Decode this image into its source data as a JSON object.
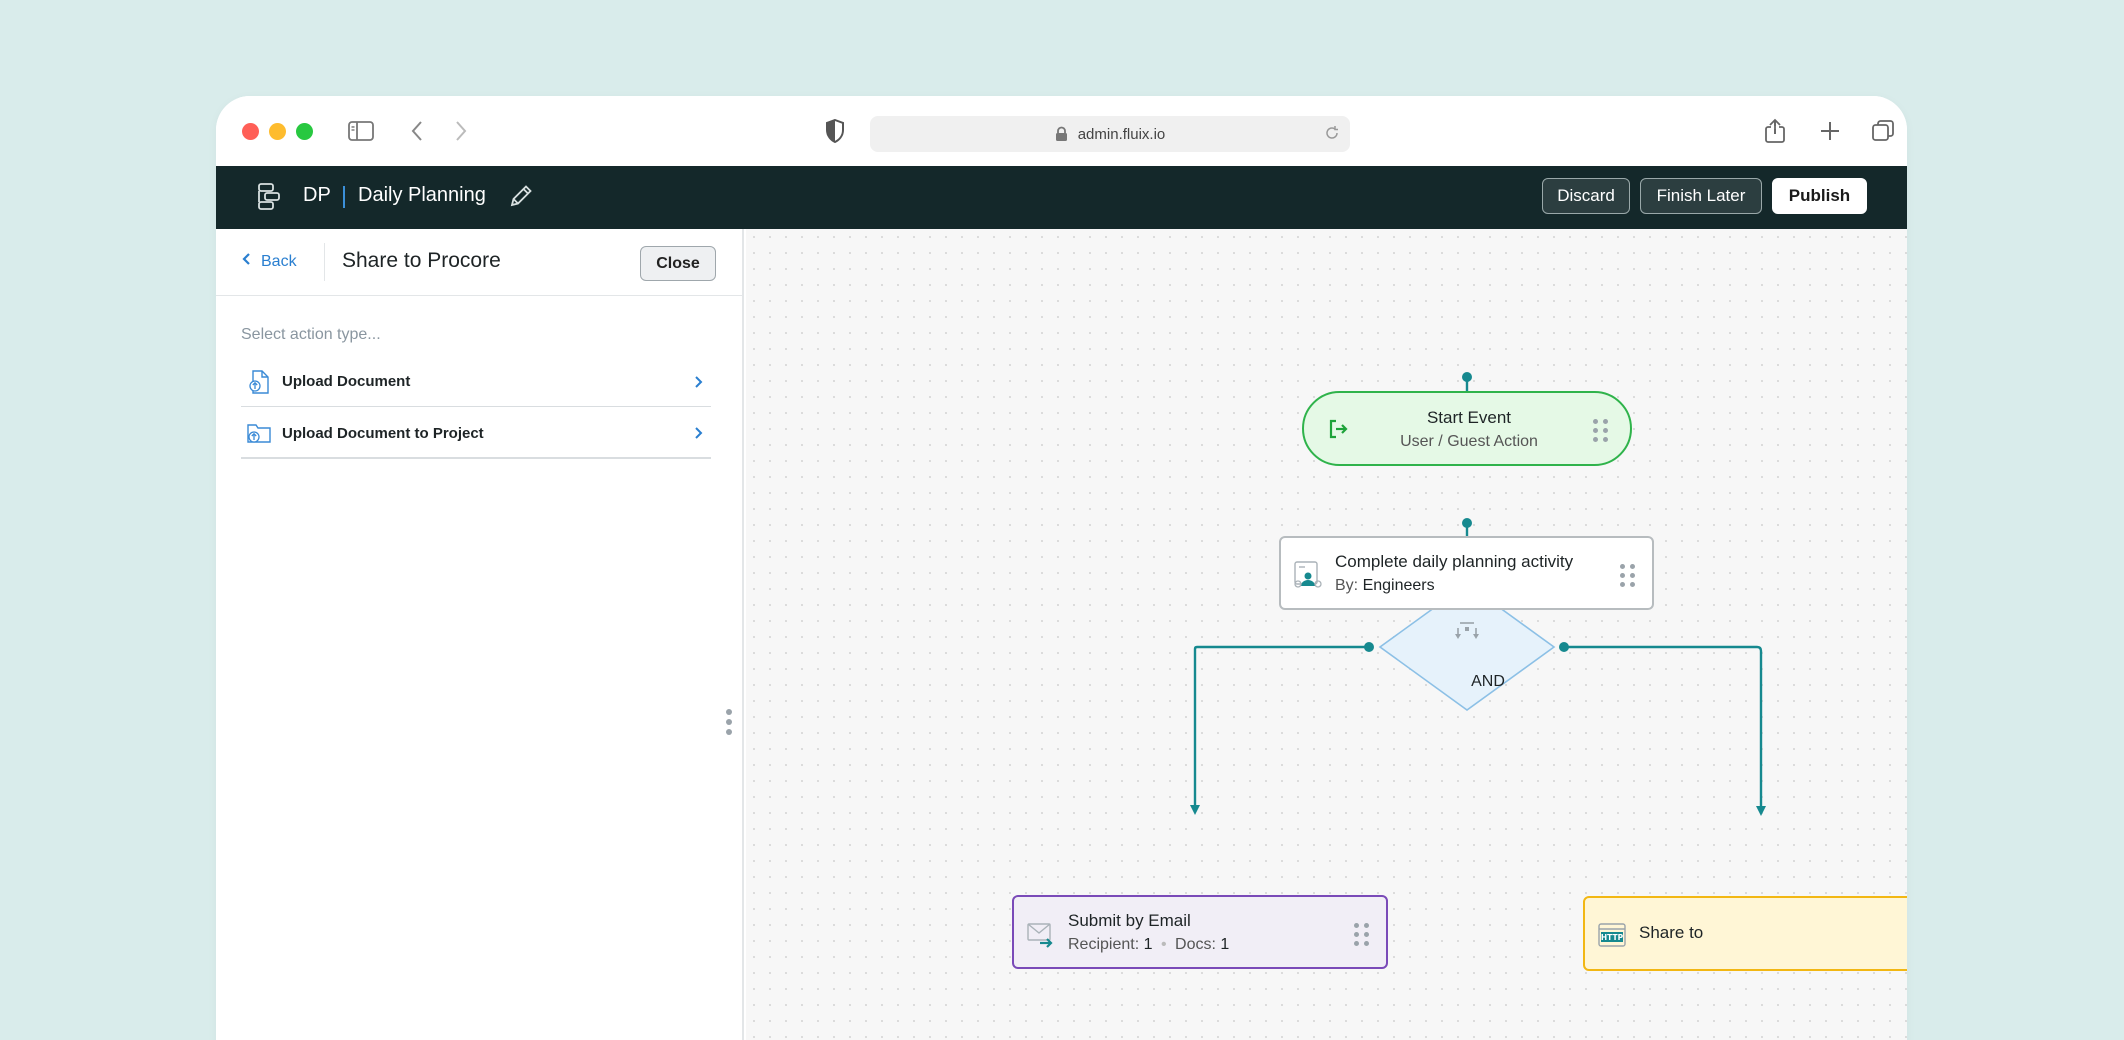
{
  "browser": {
    "url": "admin.fluix.io"
  },
  "header": {
    "code": "DP",
    "title": "Daily Planning",
    "discard_label": "Discard",
    "finish_later_label": "Finish Later",
    "publish_label": "Publish"
  },
  "panel": {
    "back_label": "Back",
    "title": "Share to Procore",
    "close_label": "Close",
    "hint": "Select action type...",
    "actions": [
      {
        "label": "Upload Document",
        "icon": "document-upload-icon"
      },
      {
        "label": "Upload Document to Project",
        "icon": "folder-upload-icon"
      }
    ]
  },
  "flow": {
    "start": {
      "title": "Start Event",
      "subtitle": "User / Guest Action"
    },
    "task": {
      "title": "Complete daily planning activity",
      "by_label": "By:",
      "by_value": "Engineers"
    },
    "gateway": {
      "label": "AND"
    },
    "email": {
      "title": "Submit by Email",
      "recipient_label": "Recipient:",
      "recipient_value": "1",
      "docs_label": "Docs:",
      "docs_value": "1"
    },
    "share": {
      "title": "Share to"
    }
  },
  "colors": {
    "accent": "#2a7fd0",
    "connector": "#16898f",
    "start_border": "#2fb34b",
    "email_border": "#7a4ab8",
    "share_border": "#f2b713",
    "header_bg": "#14282a"
  }
}
